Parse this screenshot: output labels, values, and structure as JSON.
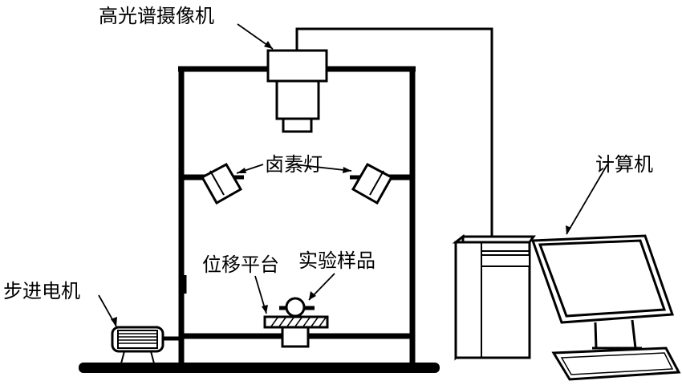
{
  "labels": {
    "camera": "高光谱摄像机",
    "lamp": "卤素灯",
    "computer": "计算机",
    "stage": "位移平台",
    "sample": "实验样品",
    "motor": "步进电机"
  }
}
